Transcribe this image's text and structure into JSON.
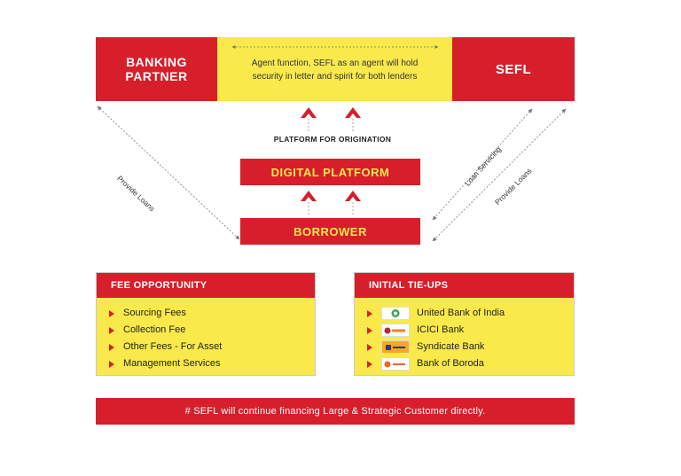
{
  "top": {
    "partner_line1": "BANKING",
    "partner_line2": "PARTNER",
    "agent_line1": "Agent function, SEFL as an agent will hold",
    "agent_line2": "security in letter and spirit for both lenders",
    "sefl": "SEFL"
  },
  "middle": {
    "origination": "PLATFORM FOR ORIGINATION",
    "digital": "DIGITAL PLATFORM",
    "borrower": "BORROWER"
  },
  "edges": {
    "provide_loans_left": "Provide Loans",
    "loan_servicing": "Loan Servicing",
    "provide_loans_right": "Provide Loans"
  },
  "fee": {
    "title": "FEE OPPORTUNITY",
    "items": [
      "Sourcing Fees",
      "Collection Fee",
      "Other Fees - For Asset",
      "Management Services"
    ]
  },
  "tieups": {
    "title": "INITIAL TIE-UPS",
    "items": [
      "United Bank of India",
      "ICICI Bank",
      "Syndicate Bank",
      "Bank of Boroda"
    ]
  },
  "footer": "# SEFL will continue financing Large & Strategic Customer directly.",
  "colors": {
    "red": "#d61f2a",
    "yellow": "#fae94a"
  }
}
